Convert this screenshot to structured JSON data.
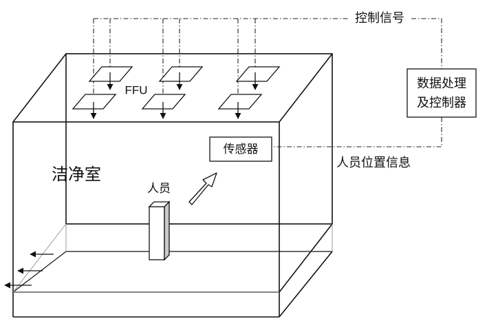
{
  "labels": {
    "control_signal": "控制信号",
    "data_processing_line1": "数据处理",
    "data_processing_line2": "及控制器",
    "ffu": "FFU",
    "sensor": "传感器",
    "personnel_position_info": "人员位置信息",
    "clean_room": "洁净室",
    "person": "人员"
  },
  "colors": {
    "stroke": "#111111",
    "person_side_face": "#c8c8c8",
    "background": "#ffffff"
  }
}
